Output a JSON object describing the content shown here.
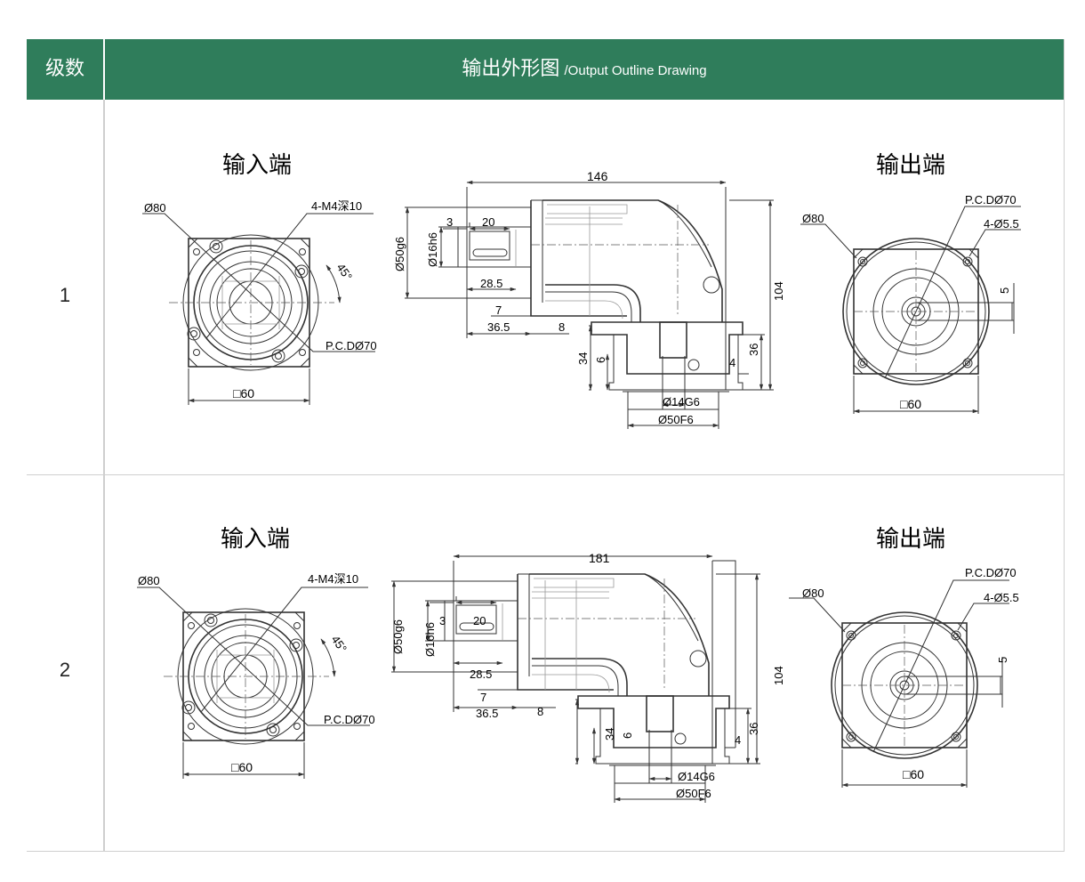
{
  "header": {
    "col_stage": "级数",
    "col_drawing_cn": "输出外形图",
    "col_drawing_en": "/Output Outline Drawing"
  },
  "colors": {
    "header_bg": "#2f7d5b",
    "header_text": "#ffffff",
    "grid": "#cfcfcf"
  },
  "rows": [
    {
      "stage": "1",
      "input_view": {
        "title": "输入端",
        "dia_outer": "Ø80",
        "holes": "4-M4深10",
        "angle": "45°",
        "pcd": "P.C.DØ70",
        "square": "□60"
      },
      "side_view": {
        "overall": "146",
        "d_flange": "Ø50g6",
        "d_shaft": "Ø16h6",
        "d3": "3",
        "d20": "20",
        "d285": "28.5",
        "d7": "7",
        "d365": "36.5",
        "d8": "8",
        "h104": "104",
        "h34": "34",
        "h6": "6",
        "h4": "4",
        "h36": "36",
        "d_bore": "Ø14G6",
        "d_pilot": "Ø50F6"
      },
      "output_view": {
        "title": "输出端",
        "pcd": "P.C.DØ70",
        "dia_outer": "Ø80",
        "holes": "4-Ø5.5",
        "key": "5",
        "square": "□60"
      }
    },
    {
      "stage": "2",
      "input_view": {
        "title": "输入端",
        "dia_outer": "Ø80",
        "holes": "4-M4深10",
        "angle": "45°",
        "pcd": "P.C.DØ70",
        "square": "□60"
      },
      "side_view": {
        "overall": "181",
        "d_flange": "Ø50g6",
        "d_shaft": "Ø16h6",
        "d3": "3",
        "d20": "20",
        "d285": "28.5",
        "d7": "7",
        "d365": "36.5",
        "d8": "8",
        "h104": "104",
        "h34": "34",
        "h6": "6",
        "h4": "4",
        "h36": "36",
        "d_bore": "Ø14G6",
        "d_pilot": "Ø50F6"
      },
      "output_view": {
        "title": "输出端",
        "pcd": "P.C.DØ70",
        "dia_outer": "Ø80",
        "holes": "4-Ø5.5",
        "key": "5",
        "square": "□60"
      }
    }
  ]
}
